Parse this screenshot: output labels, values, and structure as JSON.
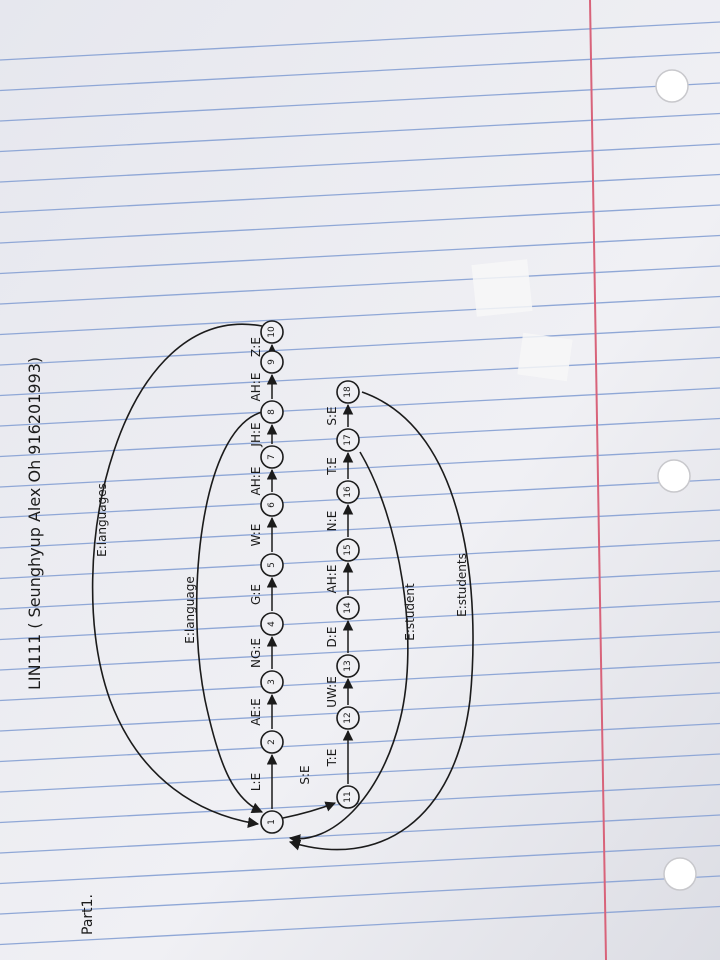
{
  "header": {
    "title": "LIN111 ( Seunghyup Alex Oh 916201993)",
    "part": "Part1."
  },
  "diagram": {
    "nodes": [
      {
        "id": "1",
        "label": "1"
      },
      {
        "id": "2",
        "label": "2"
      },
      {
        "id": "3",
        "label": "3"
      },
      {
        "id": "4",
        "label": "4"
      },
      {
        "id": "5",
        "label": "5"
      },
      {
        "id": "6",
        "label": "6"
      },
      {
        "id": "7",
        "label": "7"
      },
      {
        "id": "8",
        "label": "8"
      },
      {
        "id": "9",
        "label": "9"
      },
      {
        "id": "10",
        "label": "10"
      },
      {
        "id": "11",
        "label": "11"
      },
      {
        "id": "12",
        "label": "12"
      },
      {
        "id": "13",
        "label": "13"
      },
      {
        "id": "14",
        "label": "14"
      },
      {
        "id": "15",
        "label": "15"
      },
      {
        "id": "16",
        "label": "16"
      },
      {
        "id": "17",
        "label": "17"
      },
      {
        "id": "18",
        "label": "18"
      }
    ],
    "top_chain": [
      {
        "from": "1",
        "to": "2",
        "label": "L:E"
      },
      {
        "from": "2",
        "to": "3",
        "label": "AE:E"
      },
      {
        "from": "3",
        "to": "4",
        "label": "NG:E"
      },
      {
        "from": "4",
        "to": "5",
        "label": "G:E"
      },
      {
        "from": "5",
        "to": "6",
        "label": "W:E"
      },
      {
        "from": "6",
        "to": "7",
        "label": "AH:E"
      },
      {
        "from": "7",
        "to": "8",
        "label": "JH:E"
      },
      {
        "from": "8",
        "to": "9",
        "label": "AH:E"
      },
      {
        "from": "9",
        "to": "10",
        "label": "Z:E"
      }
    ],
    "branch": {
      "from": "1",
      "to": "11",
      "label": "S:E"
    },
    "bottom_chain": [
      {
        "from": "11",
        "to": "12",
        "label": "T:E"
      },
      {
        "from": "12",
        "to": "13",
        "label": "UW:E"
      },
      {
        "from": "13",
        "to": "14",
        "label": "D:E"
      },
      {
        "from": "14",
        "to": "15",
        "label": "AH:E"
      },
      {
        "from": "15",
        "to": "16",
        "label": "N:E"
      },
      {
        "from": "16",
        "to": "17",
        "label": "T:E"
      },
      {
        "from": "17",
        "to": "18",
        "label": "S:E"
      }
    ],
    "return_arcs": [
      {
        "from": "10",
        "to": "1",
        "label": "E:languages"
      },
      {
        "from": "8",
        "to": "1",
        "label": "E:language"
      },
      {
        "from": "17",
        "to": "1",
        "label": "E:student"
      },
      {
        "from": "18",
        "to": "1",
        "label": "E:students"
      }
    ]
  }
}
